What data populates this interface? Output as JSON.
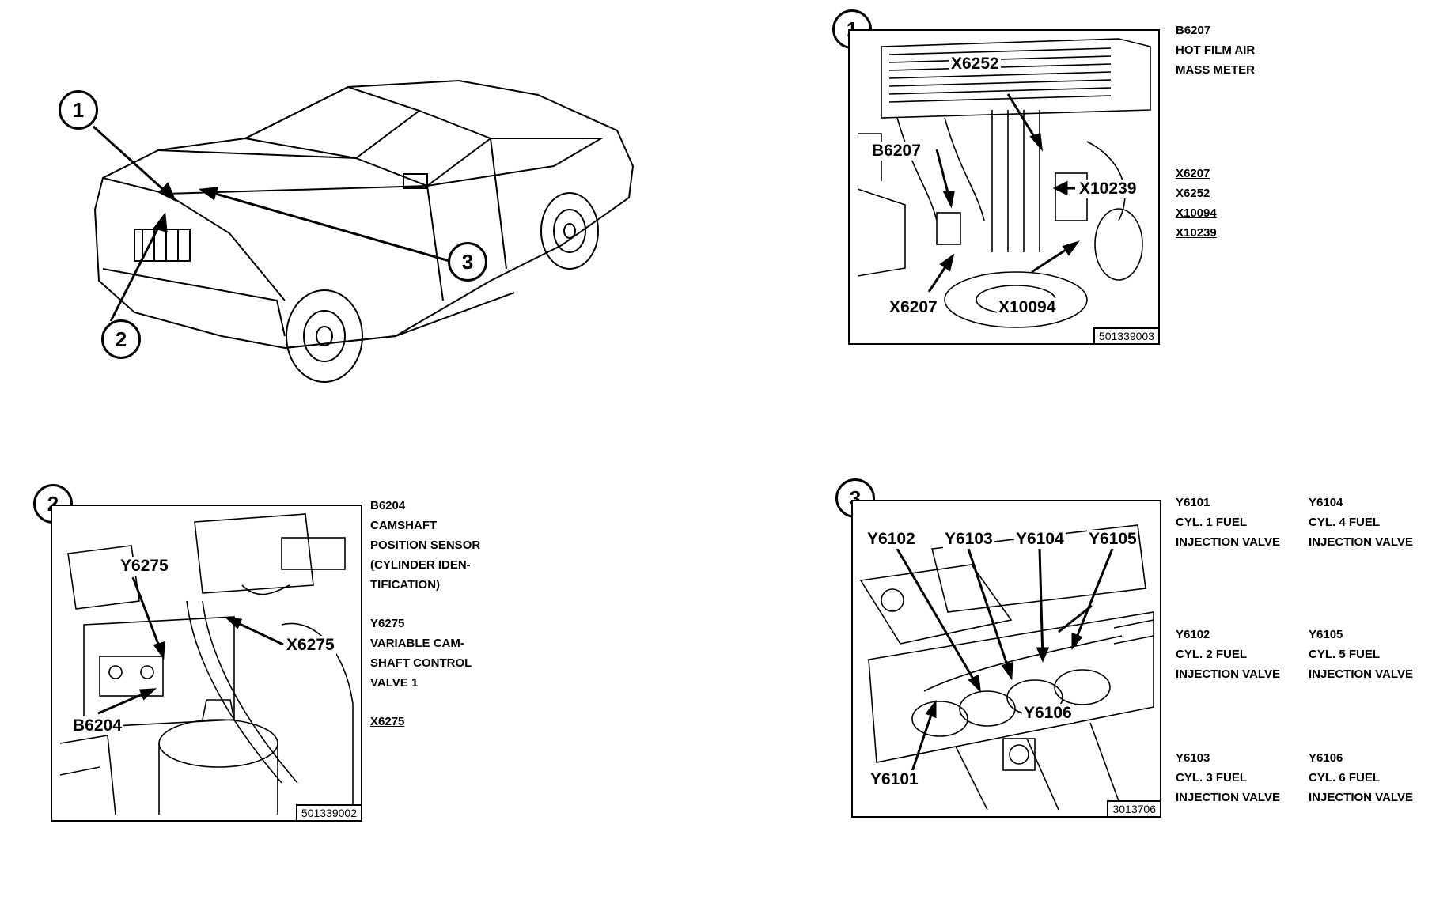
{
  "overview": {
    "markers": [
      "1",
      "2",
      "3"
    ]
  },
  "panel1": {
    "number": "1",
    "callouts": [
      "X6252",
      "B6207",
      "X10239",
      "X6207",
      "X10094"
    ],
    "figure_id": "501339003",
    "legend": {
      "component_code": "B6207",
      "component_lines": [
        "HOT FILM AIR",
        "MASS METER"
      ],
      "connectors": [
        "X6207",
        "X6252",
        "X10094",
        "X10239"
      ]
    }
  },
  "panel2": {
    "number": "2",
    "callouts": [
      "Y6275",
      "X6275",
      "B6204"
    ],
    "figure_id": "501339002",
    "legend": {
      "b6204_code": "B6204",
      "b6204_lines": [
        "CAMSHAFT",
        "POSITION SENSOR",
        "(CYLINDER IDEN-",
        "TIFICATION)"
      ],
      "y6275_code": "Y6275",
      "y6275_lines": [
        "VARIABLE CAM-",
        "SHAFT CONTROL",
        "VALVE 1"
      ],
      "connector": "X6275"
    }
  },
  "panel3": {
    "number": "3",
    "callouts": [
      "Y6102",
      "Y6103",
      "Y6104",
      "Y6105",
      "Y6106",
      "Y6101"
    ],
    "figure_id": "3013706",
    "legend": [
      {
        "code": "Y6101",
        "lines": [
          "CYL. 1 FUEL",
          "INJECTION VALVE"
        ]
      },
      {
        "code": "Y6104",
        "lines": [
          "CYL. 4 FUEL",
          "INJECTION VALVE"
        ]
      },
      {
        "code": "Y6102",
        "lines": [
          "CYL. 2 FUEL",
          "INJECTION VALVE"
        ]
      },
      {
        "code": "Y6105",
        "lines": [
          "CYL. 5 FUEL",
          "INJECTION VALVE"
        ]
      },
      {
        "code": "Y6103",
        "lines": [
          "CYL. 3 FUEL",
          "INJECTION VALVE"
        ]
      },
      {
        "code": "Y6106",
        "lines": [
          "CYL. 6 FUEL",
          "INJECTION VALVE"
        ]
      }
    ]
  }
}
